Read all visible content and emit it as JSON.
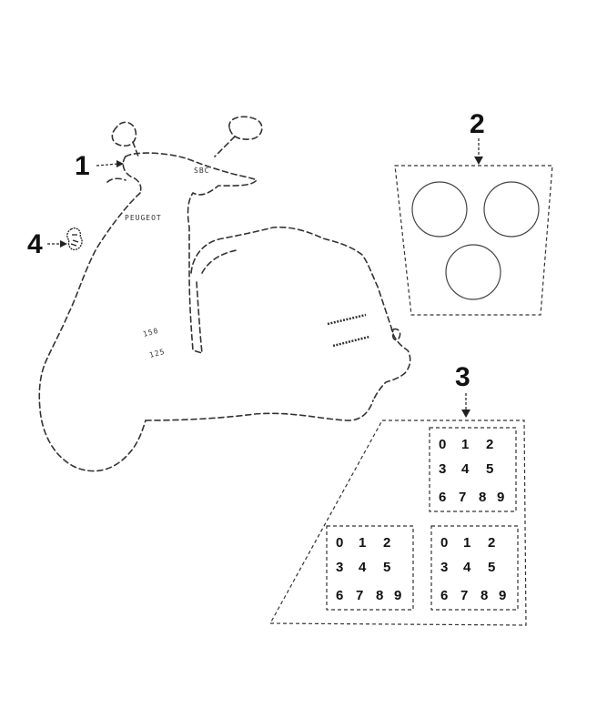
{
  "callouts": [
    {
      "label": "1"
    },
    {
      "label": "2"
    },
    {
      "label": "3"
    },
    {
      "label": "4"
    }
  ],
  "scooter": {
    "brand_text": "PEUGEOT",
    "handlebar_text": "SBC",
    "badge_top": "150",
    "badge_bottom": "125"
  },
  "number_sheets": [
    {
      "rows": [
        [
          "0",
          "1",
          "2"
        ],
        [
          "3",
          "4",
          "5"
        ],
        [
          "6",
          "7",
          "8",
          "9"
        ]
      ]
    },
    {
      "rows": [
        [
          "0",
          "1",
          "2"
        ],
        [
          "3",
          "4",
          "5"
        ],
        [
          "6",
          "7",
          "8",
          "9"
        ]
      ]
    },
    {
      "rows": [
        [
          "0",
          "1",
          "2"
        ],
        [
          "3",
          "4",
          "5"
        ],
        [
          "6",
          "7",
          "8",
          "9"
        ]
      ]
    }
  ]
}
